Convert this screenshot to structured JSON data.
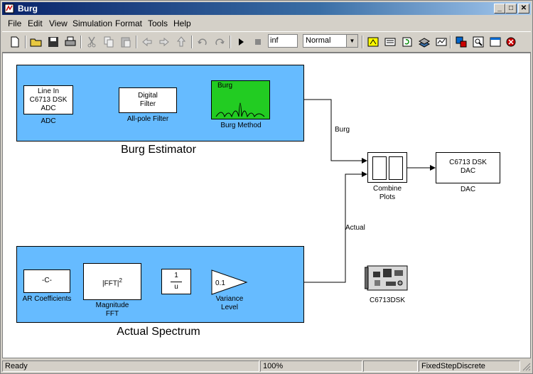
{
  "window": {
    "title": "Burg"
  },
  "menu": [
    "File",
    "Edit",
    "View",
    "Simulation",
    "Format",
    "Tools",
    "Help"
  ],
  "toolbar": {
    "stop_time": "inf",
    "sim_mode": "Normal"
  },
  "subsystems": {
    "top_label": "Burg Estimator",
    "bottom_label": "Actual Spectrum"
  },
  "blocks": {
    "adc": {
      "line1": "Line In",
      "line2": "C6713 DSK",
      "line3": "ADC",
      "label": "ADC"
    },
    "filter": {
      "line1": "Digital",
      "line2": "Filter",
      "label": "All-pole Filter"
    },
    "burg": {
      "text": "Burg",
      "label": "Burg Method"
    },
    "combine": {
      "label1": "Combine",
      "label2": "Plots"
    },
    "dac": {
      "line1": "C6713 DSK",
      "line2": "DAC",
      "label": "DAC"
    },
    "const": {
      "text": "-C-",
      "label": "AR Coefficients"
    },
    "fft": {
      "text": "|FFT|",
      "exp": "2",
      "label1": "Magnitude",
      "label2": "FFT"
    },
    "recip": {
      "num": "1",
      "den": "u"
    },
    "gain": {
      "text": "0.1",
      "label1": "Variance",
      "label2": "Level"
    },
    "board": {
      "label": "C6713DSK"
    }
  },
  "signals": {
    "burg": "Burg",
    "actual": "Actual"
  },
  "status": {
    "ready": "Ready",
    "zoom": "100%",
    "solver": "FixedStepDiscrete"
  }
}
